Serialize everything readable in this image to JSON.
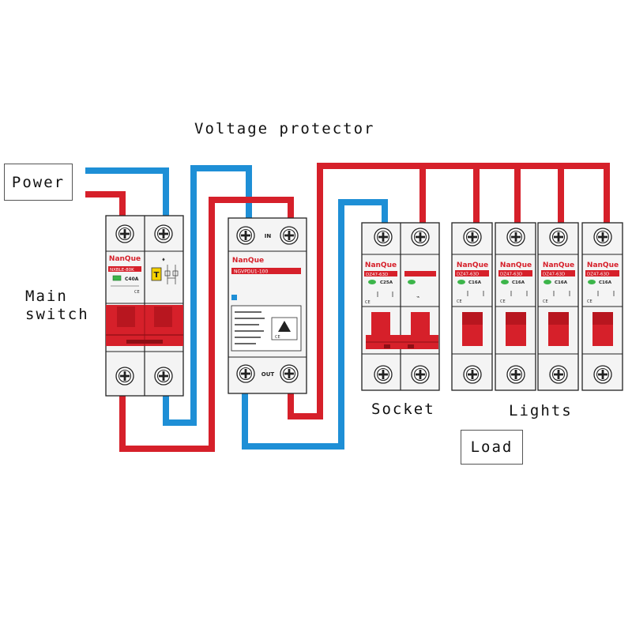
{
  "labels": {
    "voltage_protector": "Voltage protector",
    "power": "Power",
    "main_switch_line1": "Main",
    "main_switch_line2": "switch",
    "socket": "Socket",
    "lights": "Lights",
    "load": "Load"
  },
  "main_switch": {
    "brand": "NanQue",
    "model": "NXBLE-80K",
    "rating": "C40A",
    "test_button": "T"
  },
  "voltage_protector_device": {
    "in_label": "IN",
    "out_label": "OUT",
    "brand": "NanQue",
    "model": "NGVPDU1-100"
  },
  "socket_breaker": {
    "brand": "NanQue",
    "model": "DZ47-63D",
    "rating": "C25A"
  },
  "light_breakers": [
    {
      "brand": "NanQue",
      "model": "DZ47-63D",
      "rating": "C16A"
    },
    {
      "brand": "NanQue",
      "model": "DZ47-63D",
      "rating": "C16A"
    },
    {
      "brand": "NanQue",
      "model": "DZ47-63D",
      "rating": "C16A"
    },
    {
      "brand": "NanQue",
      "model": "DZ47-63D",
      "rating": "C16A"
    }
  ],
  "colors": {
    "live_wire": "#d6202a",
    "neutral_wire": "#1e8fd6",
    "breaker_handle": "#d6202a",
    "indicator_green": "#3cb54a",
    "body": "#f4f4f4"
  }
}
